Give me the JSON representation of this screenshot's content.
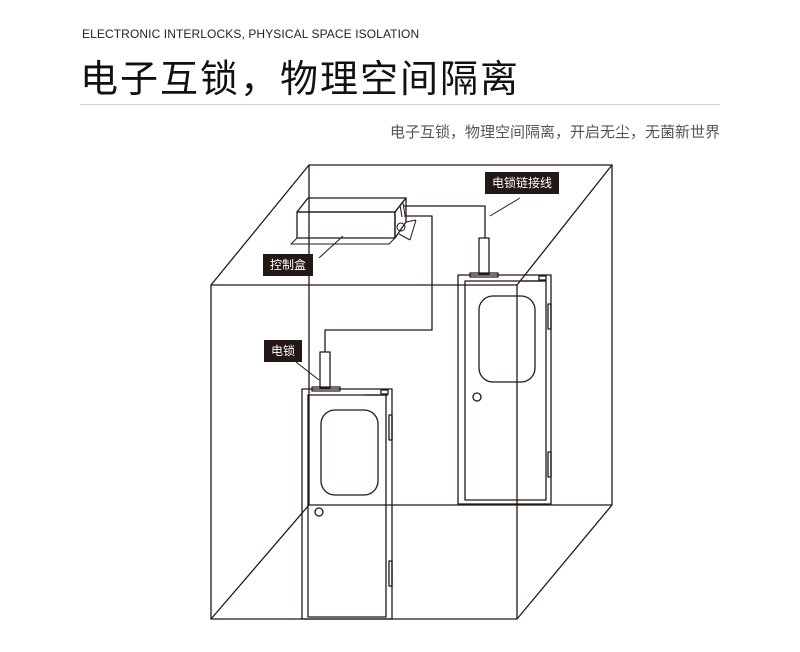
{
  "header": {
    "subtitle_en": "ELECTRONIC INTERLOCKS, PHYSICAL SPACE ISOLATION",
    "title": "电子互锁，物理空间隔离",
    "tagline": "电子互锁，物理空间隔离，开启无尘，无菌新世界"
  },
  "diagram": {
    "labels": {
      "wire": "电锁链接线",
      "control_box": "控制盒",
      "lock": "电锁"
    }
  },
  "colors": {
    "line": "#231815",
    "label_bg": "#231815",
    "label_text": "#ffffff",
    "divider": "#d2d2d2"
  }
}
